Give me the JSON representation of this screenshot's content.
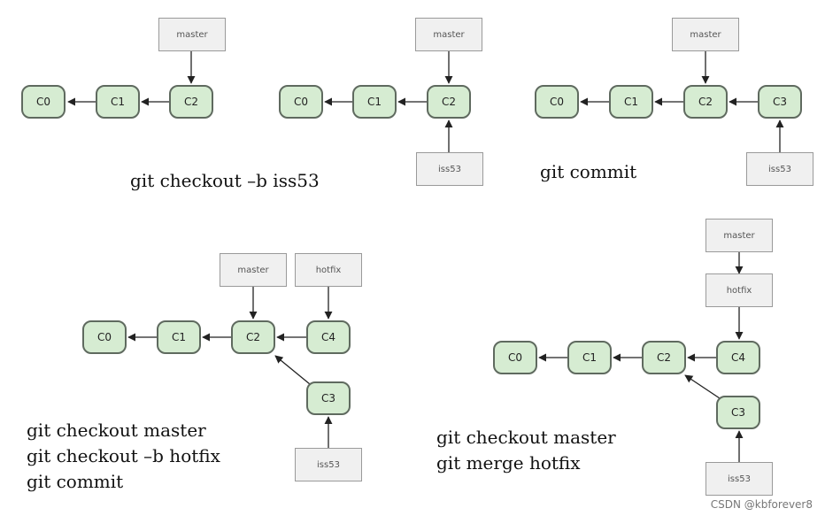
{
  "panels": [
    {
      "id": "p1",
      "commits": [
        "C0",
        "C1",
        "C2"
      ],
      "refs": [
        "master"
      ],
      "commands": []
    },
    {
      "id": "p2",
      "commits": [
        "C0",
        "C1",
        "C2"
      ],
      "refs": [
        "master",
        "iss53"
      ],
      "commands": [
        "git  checkout –b iss53"
      ]
    },
    {
      "id": "p3",
      "commits": [
        "C0",
        "C1",
        "C2",
        "C3"
      ],
      "refs": [
        "master",
        "iss53"
      ],
      "commands": [
        "git  commit"
      ]
    },
    {
      "id": "p4",
      "commits": [
        "C0",
        "C1",
        "C2",
        "C4",
        "C3"
      ],
      "refs": [
        "master",
        "hotfix",
        "iss53"
      ],
      "commands": [
        "git checkout master",
        "git checkout –b hotfix",
        "git commit"
      ]
    },
    {
      "id": "p5",
      "commits": [
        "C0",
        "C1",
        "C2",
        "C4",
        "C3"
      ],
      "refs": [
        "master",
        "hotfix",
        "iss53"
      ],
      "commands": [
        "git checkout master",
        "git merge hotfix"
      ]
    }
  ],
  "watermark": "CSDN @kbforever8",
  "colors": {
    "commit_fill": "#d6ecd2",
    "commit_border": "#5f6a5f",
    "ref_fill": "#f0f0f0",
    "ref_border": "#9a9a9a",
    "arrow": "#222222"
  }
}
